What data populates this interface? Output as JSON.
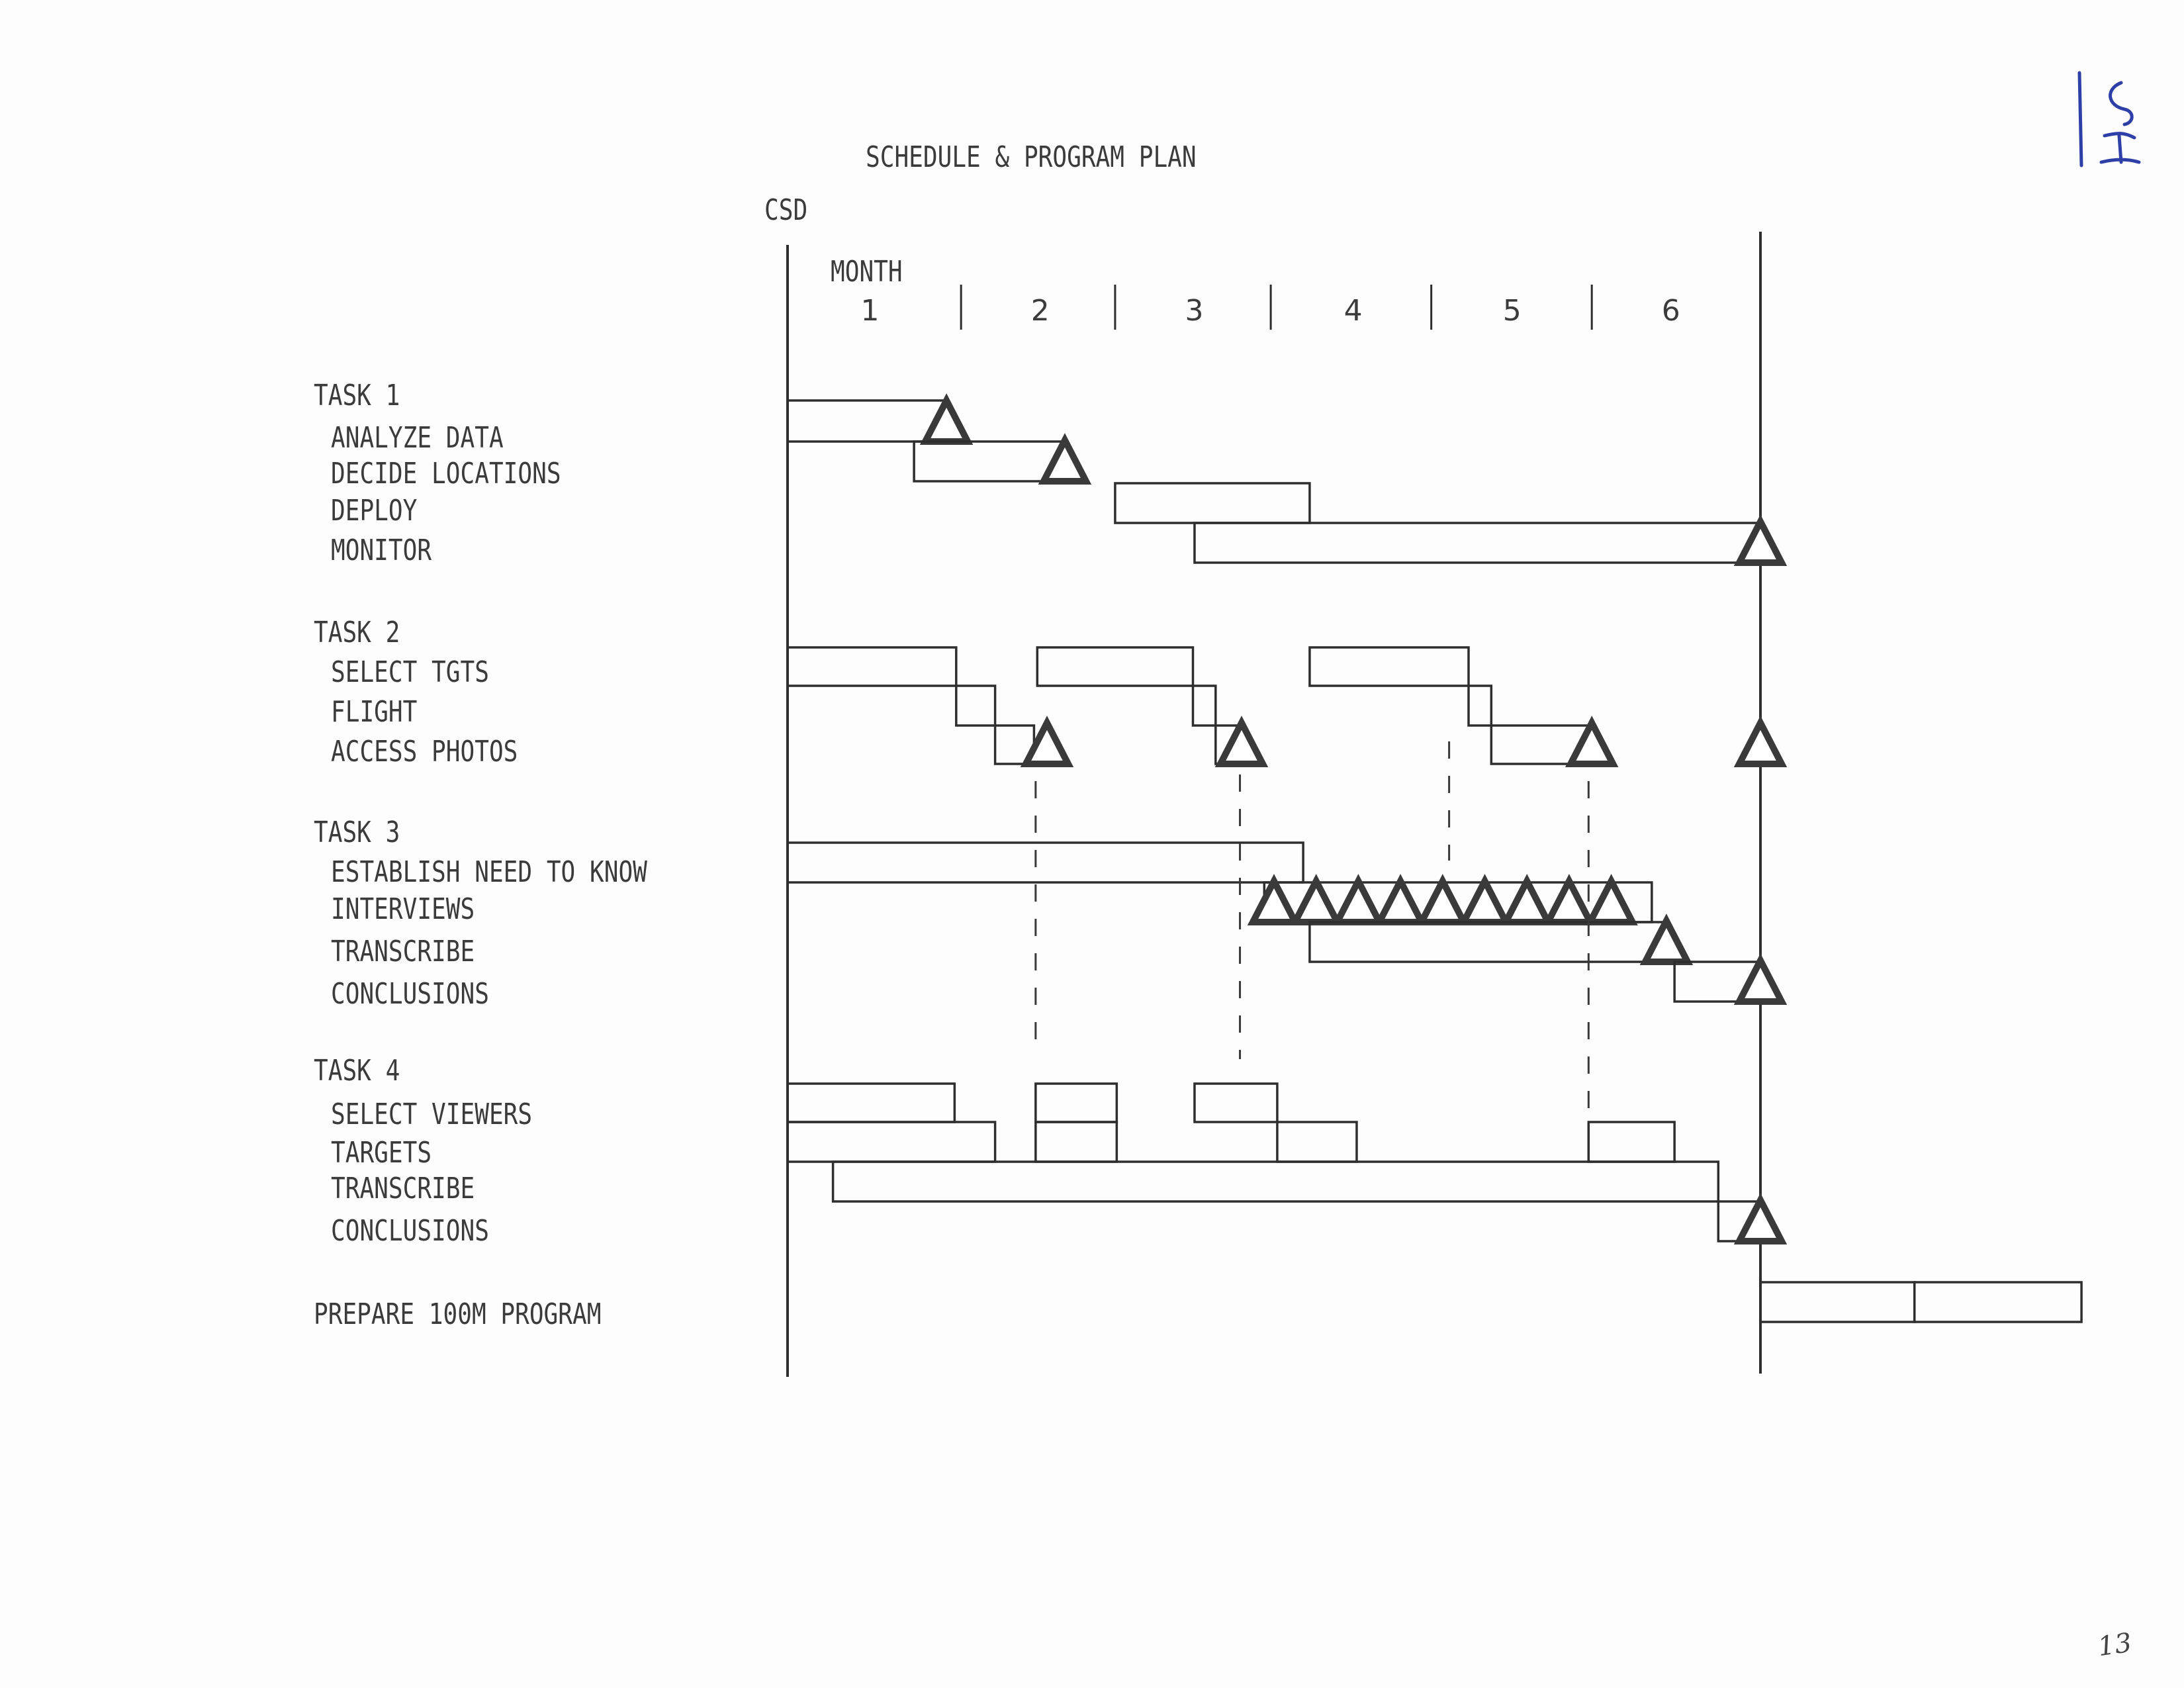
{
  "document": {
    "title": "SCHEDULE & PROGRAM PLAN",
    "org_label": "CSD",
    "handwritten_mark": "IG",
    "page_number": "13"
  },
  "chart_data": {
    "type": "gantt",
    "title": "SCHEDULE & PROGRAM PLAN",
    "xlabel": "MONTH",
    "x_ticks": [
      "1",
      "2",
      "3",
      "4",
      "5",
      "6"
    ],
    "xlim": [
      0,
      6
    ],
    "grid": false,
    "legend": "none",
    "unit": "months from program start",
    "groups": [
      {
        "name": "TASK 1",
        "rows": [
          {
            "label": "ANALYZE DATA",
            "bars": [
              [
                0,
                0.98
              ]
            ],
            "milestones": [
              0.98
            ]
          },
          {
            "label": "DECIDE LOCATIONS",
            "bars": [
              [
                0.78,
                1.71
              ]
            ],
            "milestones": [
              1.71
            ]
          },
          {
            "label": "DEPLOY",
            "bars": [
              [
                2.02,
                3.22
              ]
            ],
            "milestones": []
          },
          {
            "label": "MONITOR",
            "bars": [
              [
                2.51,
                6.0
              ]
            ],
            "milestones": [
              6.0
            ]
          }
        ]
      },
      {
        "name": "TASK 2",
        "rows": [
          {
            "label": "SELECT TGTS",
            "bars": [
              [
                0,
                1.04
              ],
              [
                1.54,
                2.5
              ],
              [
                3.22,
                4.2
              ]
            ],
            "milestones": []
          },
          {
            "label": "FLIGHT",
            "bars": [
              [
                1.04,
                1.28
              ],
              [
                2.5,
                2.64
              ],
              [
                4.2,
                4.34
              ]
            ],
            "milestones": []
          },
          {
            "label": "ACCESS PHOTOS",
            "bars": [
              [
                1.28,
                1.52
              ],
              [
                2.64,
                2.77
              ],
              [
                4.34,
                4.96
              ]
            ],
            "milestones": [
              1.6,
              2.8,
              4.96,
              6.0
            ]
          }
        ]
      },
      {
        "name": "TASK 3",
        "rows": [
          {
            "label": "ESTABLISH NEED TO KNOW",
            "bars": [
              [
                0,
                3.18
              ]
            ],
            "milestones": []
          },
          {
            "label": "INTERVIEWS",
            "bars": [
              [
                2.94,
                5.33
              ]
            ],
            "milestones": [
              3.0,
              3.26,
              3.52,
              3.78,
              4.04,
              4.3,
              4.56,
              4.82,
              5.08
            ]
          },
          {
            "label": "TRANSCRIBE",
            "bars": [
              [
                3.22,
                5.42
              ]
            ],
            "milestones": [
              5.42
            ]
          },
          {
            "label": "CONCLUSIONS",
            "bars": [
              [
                5.47,
                6.0
              ]
            ],
            "milestones": [
              6.0
            ]
          }
        ]
      },
      {
        "name": "TASK 4",
        "rows": [
          {
            "label": "SELECT VIEWERS",
            "bars": [
              [
                0,
                1.03
              ],
              [
                1.53,
                2.03
              ],
              [
                2.51,
                3.02
              ]
            ],
            "milestones": []
          },
          {
            "label": "TARGETS",
            "bars": [
              [
                0,
                1.28
              ],
              [
                1.53,
                2.03
              ],
              [
                3.02,
                3.51
              ],
              [
                4.94,
                5.47
              ]
            ],
            "milestones": []
          },
          {
            "label": "TRANSCRIBE",
            "bars": [
              [
                0.28,
                5.74
              ]
            ],
            "milestones": []
          },
          {
            "label": "CONCLUSIONS",
            "bars": [
              [
                5.74,
                6.0
              ]
            ],
            "milestones": [
              6.0
            ]
          }
        ]
      },
      {
        "name": "",
        "rows": [
          {
            "label": "PREPARE 100M PROGRAM",
            "bars": [
              [
                6.0,
                6.95
              ],
              [
                6.95,
                7.98
              ]
            ],
            "milestones": []
          }
        ]
      }
    ],
    "dependency_links": [
      {
        "from": "TASK 2 / ACCESS PHOTOS",
        "to": "TASK 4 / SELECT VIEWERS",
        "at_month": 1.53
      },
      {
        "from": "TASK 2 / ACCESS PHOTOS",
        "to": "TASK 4 / SELECT VIEWERS",
        "at_month": 2.79
      },
      {
        "from": "TASK 2 / FLIGHT",
        "to": "TASK 3 / INTERVIEWS",
        "at_month": 4.08
      },
      {
        "from": "TASK 2 / ACCESS PHOTOS",
        "to": "TASK 4 / TARGETS",
        "at_month": 4.94
      }
    ]
  }
}
